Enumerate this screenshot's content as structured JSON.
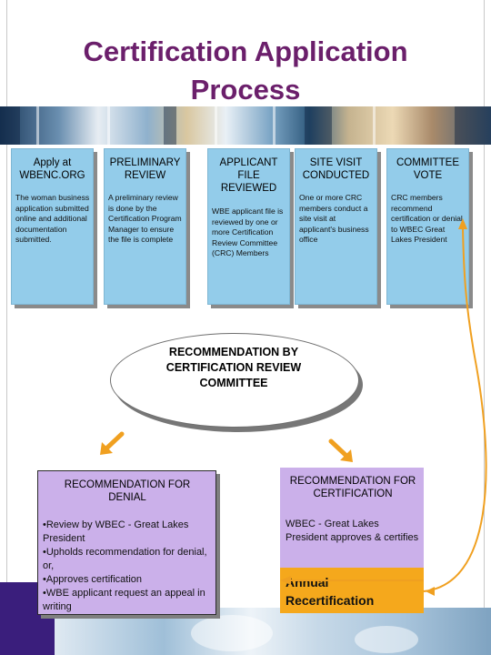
{
  "title": "Certification Application Process",
  "colors": {
    "title": "#6b1f6b",
    "step_fill": "#93ccea",
    "box_fill": "#cbb0ea",
    "annual_fill": "#f5a81c",
    "arrow": "#f0a020",
    "corner": "#3a1e7c"
  },
  "steps": [
    {
      "heading": "Apply at WBENC.ORG",
      "text": "The woman business application submitted online and additional documentation submitted."
    },
    {
      "heading": "PRELIMINARY REVIEW",
      "text": "A preliminary review is done by the Certification Program Manager to ensure the file is complete"
    },
    {
      "heading": "APPLICANT FILE REVIEWED",
      "text": "WBE applicant file is reviewed by one or more Certification Review Committee (CRC) Members"
    },
    {
      "heading": "SITE VISIT CONDUCTED",
      "text": "One or more CRC members conduct a site visit at applicant's business office"
    },
    {
      "heading": "COMMITTEE VOTE",
      "text": "CRC members recommend certification or denial to WBEC Great Lakes President"
    }
  ],
  "recommendation": "RECOMMENDATION BY CERTIFICATION REVIEW COMMITTEE",
  "denial": {
    "heading": "RECOMMENDATION FOR DENIAL",
    "bullets": [
      "•Review by WBEC - Great Lakes President",
      "•Upholds recommendation for denial, or,",
      "•Approves certification",
      "•WBE applicant request an appeal in writing"
    ]
  },
  "certification": {
    "heading": "RECOMMENDATION FOR CERTIFICATION",
    "text": "WBEC - Great Lakes President approves & certifies"
  },
  "annual": "Annual Recertification"
}
